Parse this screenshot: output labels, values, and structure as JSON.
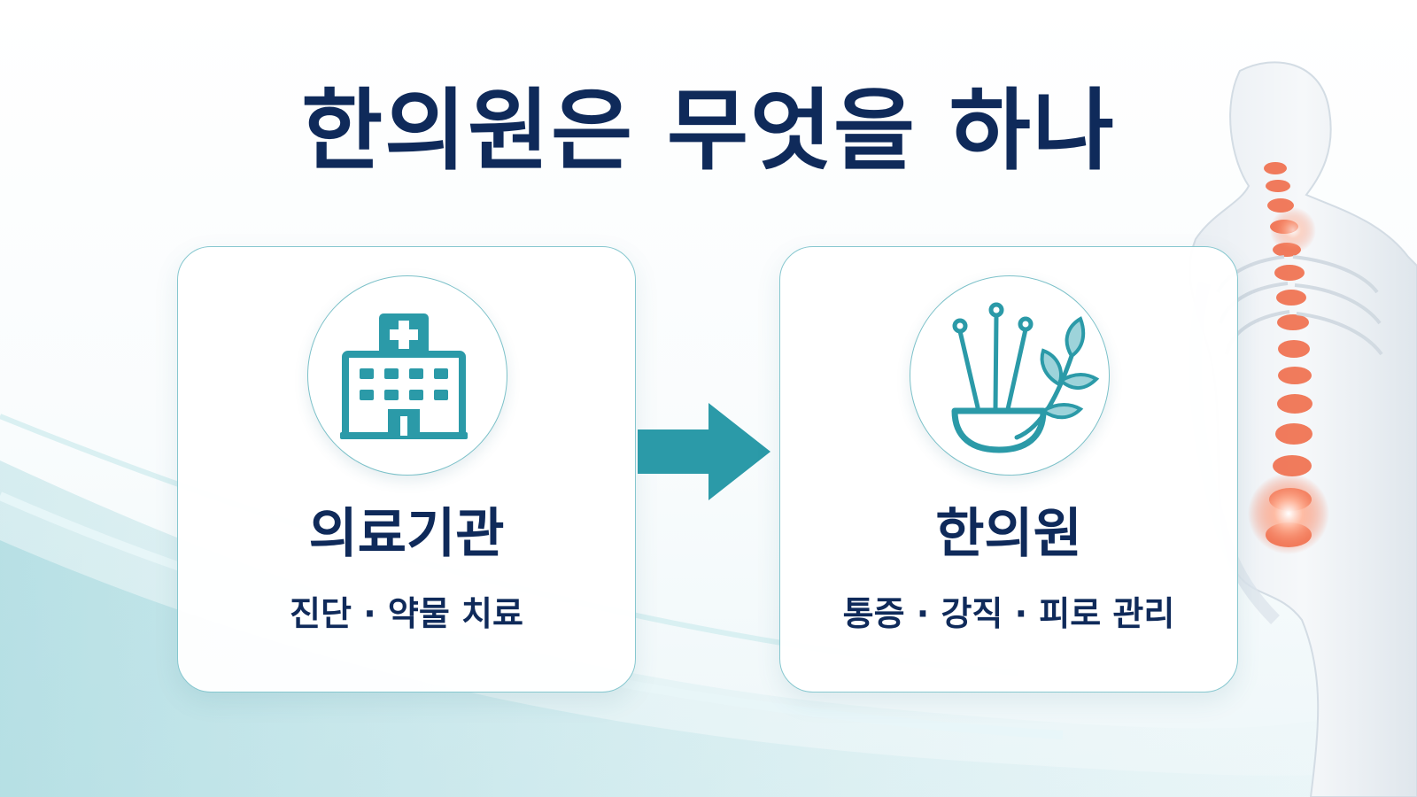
{
  "page": {
    "title": "한의원은 무엇을 하나"
  },
  "cards": {
    "left": {
      "title": "의료기관",
      "subtitle": "진단 · 약물 치료",
      "icon": "hospital-building-icon"
    },
    "right": {
      "title": "한의원",
      "subtitle": "통증 · 강직 · 피로 관리",
      "icon": "acupuncture-herb-icon"
    }
  },
  "connector": {
    "icon": "right-arrow-icon"
  },
  "colors": {
    "navy": "#0f2a5a",
    "teal": "#2b9aa8",
    "card_border": "#86c7cf",
    "spine_highlight": "#f0603a"
  }
}
